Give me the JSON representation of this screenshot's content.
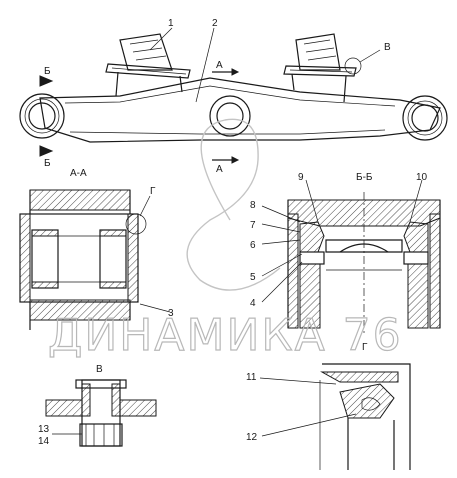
{
  "callouts": [
    "1",
    "2",
    "3",
    "4",
    "5",
    "6",
    "7",
    "8",
    "9",
    "10",
    "11",
    "12",
    "13",
    "14"
  ],
  "sections": {
    "aa": "А-А",
    "bb": "Б-Б",
    "view_v": "В",
    "view_g": "Г"
  },
  "cut_marks": {
    "a": "А",
    "b": "Б",
    "v": "В",
    "g": "Г"
  },
  "watermark": "ДИНАМИКА 76",
  "colors": {
    "ink": "#1a1a1a",
    "hatch": "#1a1a1a",
    "watermark": "#b8b8b8"
  }
}
